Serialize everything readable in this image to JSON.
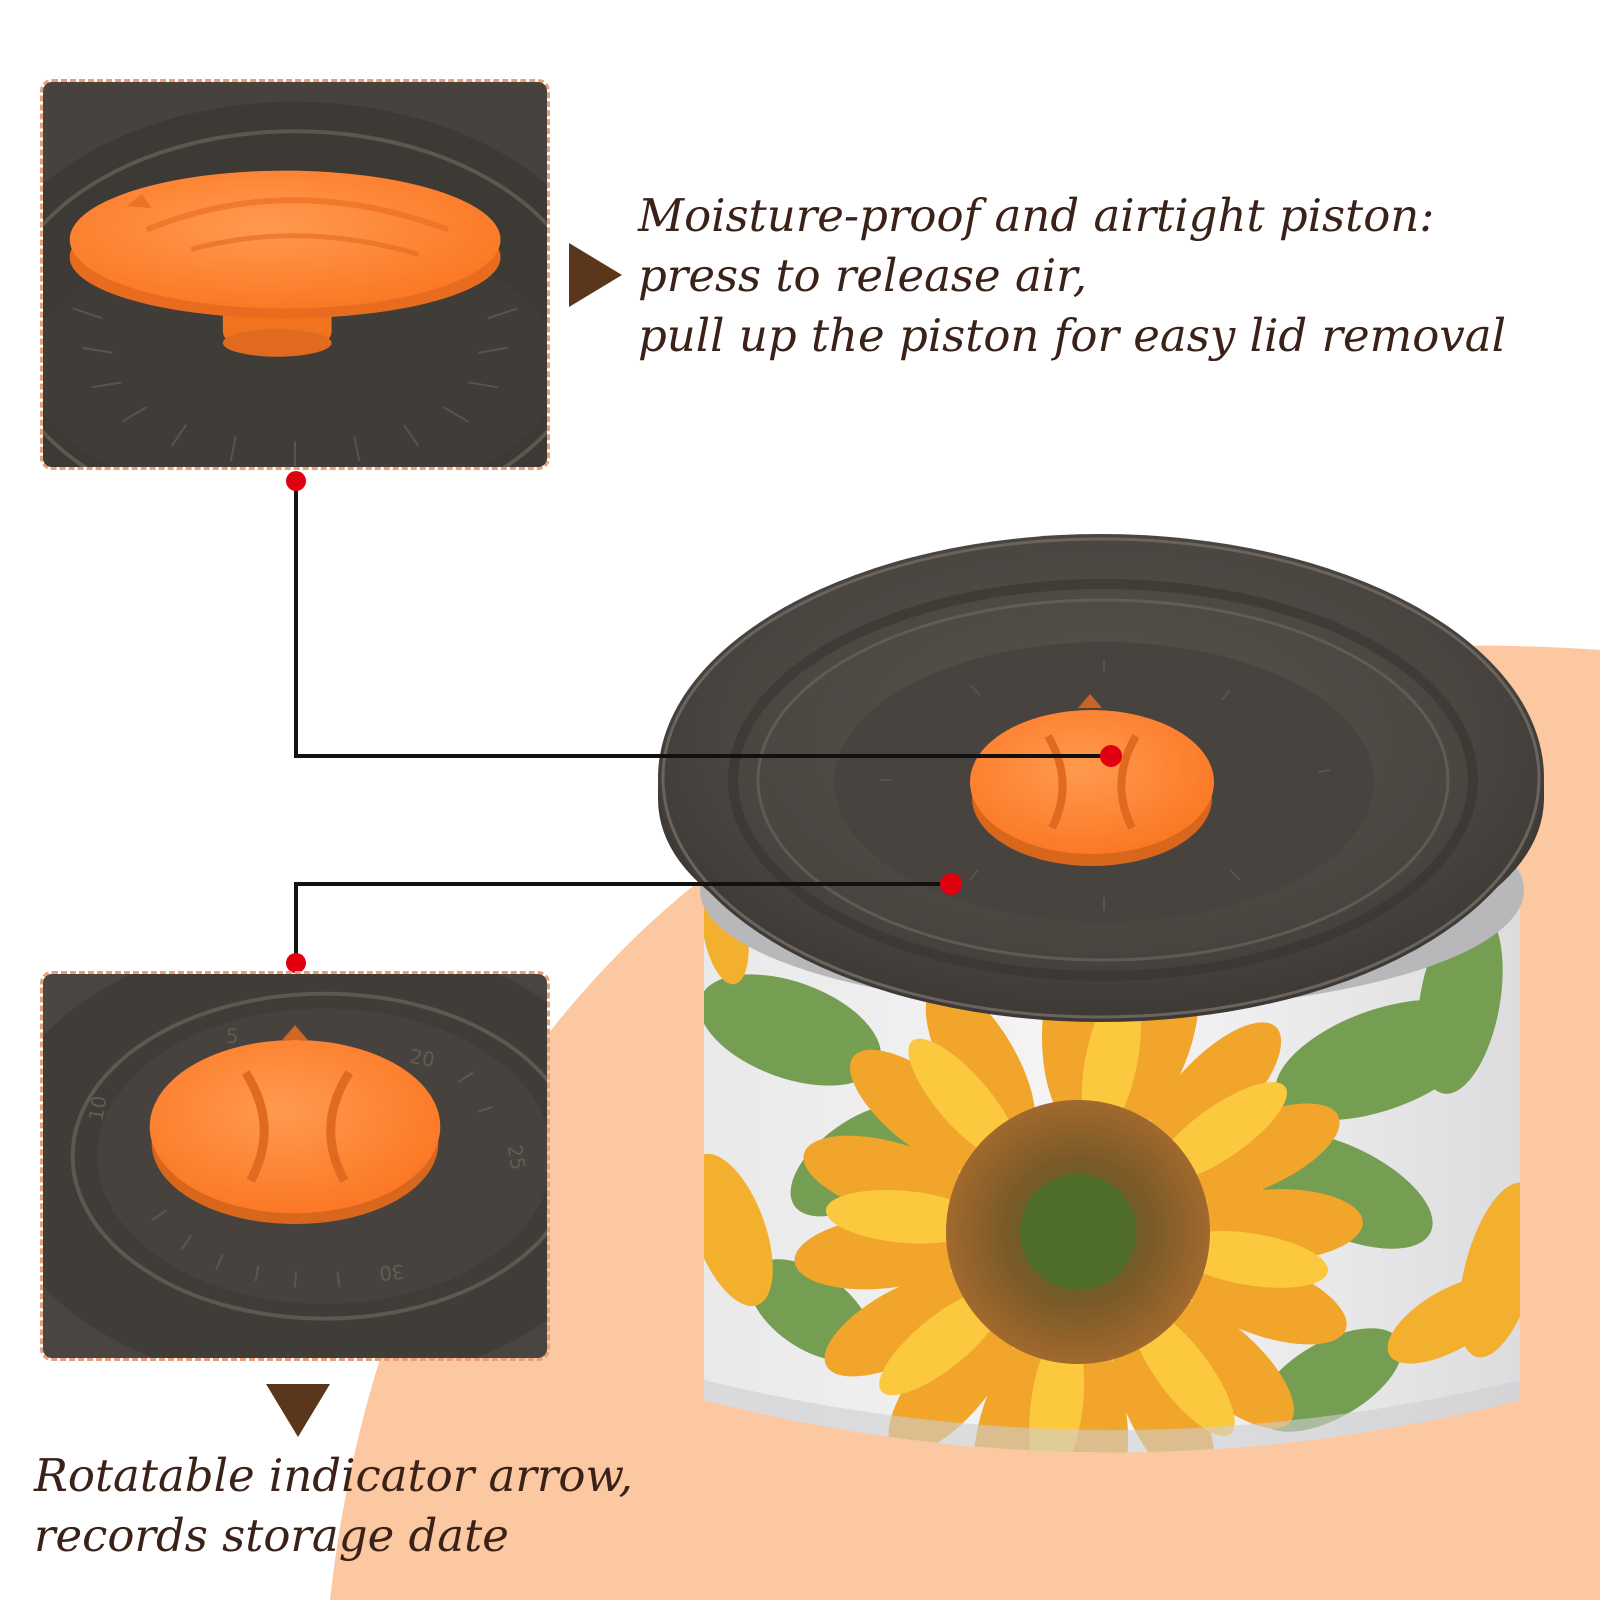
{
  "captions": {
    "top": [
      "Moisture-proof and airtight piston:",
      "press to release air,",
      "pull up the piston for easy lid removal"
    ],
    "bottom": [
      "Rotatable indicator arrow,",
      "records storage date"
    ]
  },
  "lid_dial_numbers": [
    "5",
    "10",
    "20",
    "25",
    "30"
  ],
  "colors": {
    "background": "#ffffff",
    "peach_band": "#fcc8a1",
    "text": "#3a2219",
    "arrow": "#5a361d",
    "inset_border": "#e8a07a",
    "lid": "#55504a",
    "knob": "#ff7f2a",
    "callout_line": "#111111",
    "callout_dot": "#e00010"
  }
}
